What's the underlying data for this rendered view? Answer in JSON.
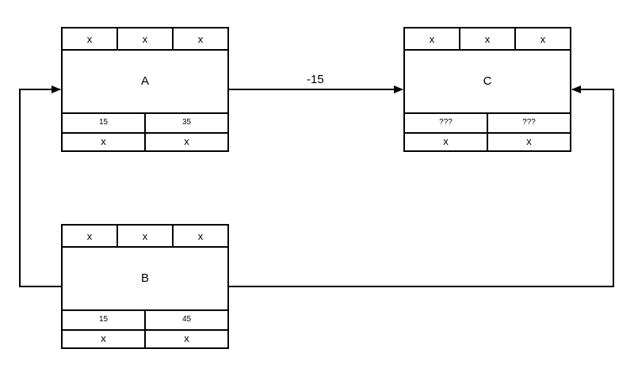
{
  "nodes": {
    "a": {
      "name": "A",
      "top": [
        "x",
        "x",
        "x"
      ],
      "values": [
        "15",
        "35"
      ],
      "bottom": [
        "x",
        "x"
      ]
    },
    "b": {
      "name": "B",
      "top": [
        "x",
        "x",
        "x"
      ],
      "values": [
        "15",
        "45"
      ],
      "bottom": [
        "x",
        "x"
      ]
    },
    "c": {
      "name": "C",
      "top": [
        "x",
        "x",
        "x"
      ],
      "values": [
        "???",
        "???"
      ],
      "bottom": [
        "x",
        "x"
      ]
    }
  },
  "edges": {
    "a_to_c": {
      "label": "-15"
    }
  }
}
